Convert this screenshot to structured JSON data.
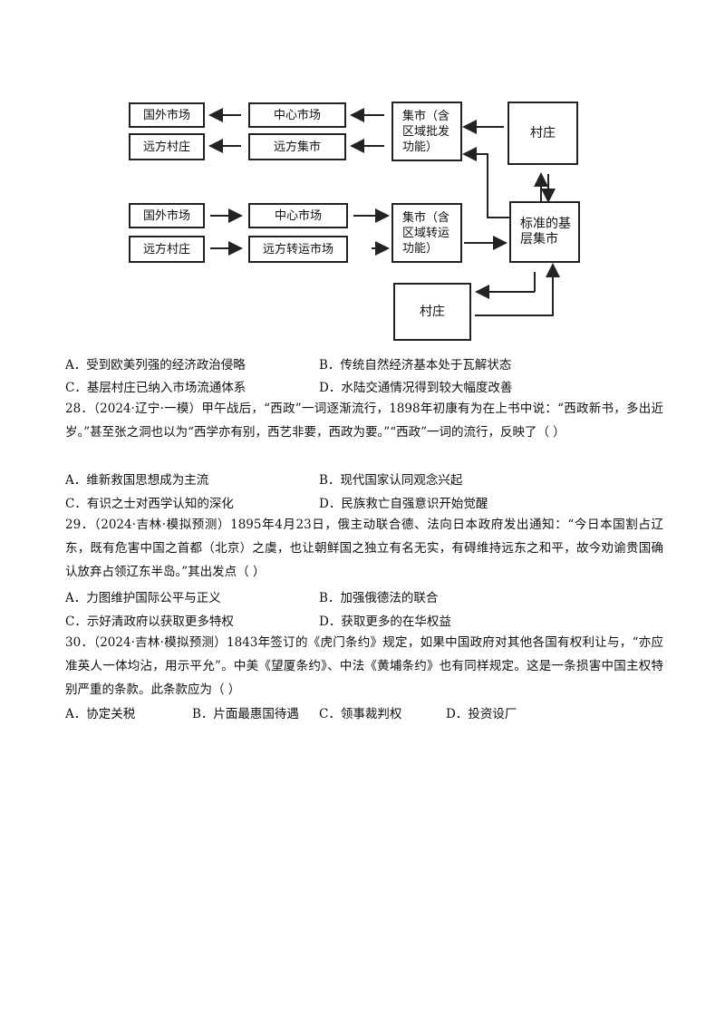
{
  "diagram": {
    "top_row1_left": "国外市场",
    "top_row1_mid": "中心市场",
    "top_row2_left": "远方村庄",
    "top_row2_mid": "远方集市",
    "top_market": "集市（含\n区域批发\n功能）",
    "top_village": "村庄",
    "bot_row1_left": "国外市场",
    "bot_row1_mid": "中心市场",
    "bot_row2_left": "远方村庄",
    "bot_row2_mid": "远方转运市场",
    "bot_market": "集市（含\n区域转运\n功能）",
    "standard_market": "标准的基\n层集市",
    "bottom_village": "村庄"
  },
  "q27_options": {
    "A": "A．受到欧美列强的经济政治侵略",
    "B": "B．传统自然经济基本处于瓦解状态",
    "C": "C．基层村庄已纳入市场流通体系",
    "D": "D．水陆交通情况得到较大幅度改善"
  },
  "q28": {
    "stem": "28．（2024·辽宁·一模）甲午战后，“西政”一词逐渐流行，1898年初康有为在上书中说：“西政新书，多出近岁。”甚至张之洞也以为“西学亦有别，西艺非要，西政为要。”“西政”一词的流行，反映了（    ）",
    "A": "A．维新救国思想成为主流",
    "B": "B．现代国家认同观念兴起",
    "C": "C．有识之士对西学认知的深化",
    "D": "D．民族救亡自强意识开始觉醒"
  },
  "q29": {
    "stem": "29．（2024·吉林·模拟预测）1895年4月23日，俄主动联合德、法向日本政府发出通知：“今日本国割占辽东，既有危害中国之首都（北京）之虞，也让朝鲜国之独立有名无实，有碍维持远东之和平，故今劝谕贵国确认放弃占领辽东半岛。”其出发点（    ）",
    "A": "A．力图维护国际公平与正义",
    "B": "B．加强俄德法的联合",
    "C": "C．示好清政府以获取更多特权",
    "D": "D．获取更多的在华权益"
  },
  "q30": {
    "stem": "30．（2024·吉林·模拟预测）1843年签订的《虎门条约》规定，如果中国政府对其他各国有权利让与，“亦应准英人一体均沾，用示平允”。中美《望厦条约》、中法《黄埔条约》也有同样规定。这是一条损害中国主权特别严重的条款。此条款应为（    ）",
    "A": "A．协定关税",
    "B": "B．片面最惠国待遇",
    "C": "C．领事裁判权",
    "D": "D．投资设厂"
  }
}
